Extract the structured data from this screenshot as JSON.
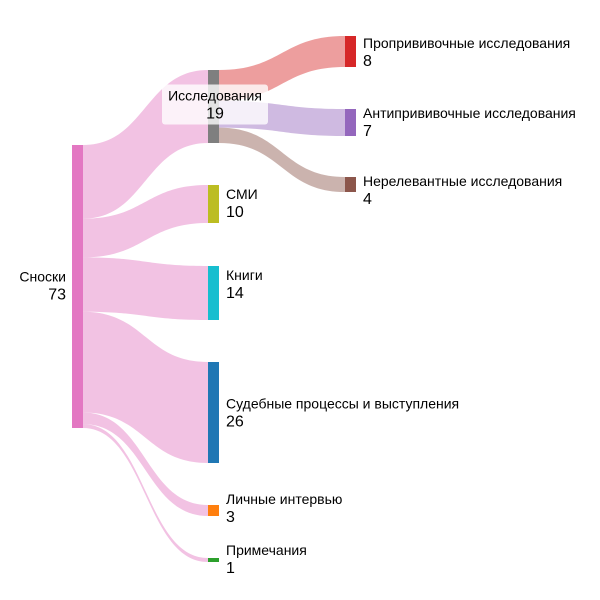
{
  "chart_data": {
    "type": "sankey",
    "nodes": [
      {
        "id": "footnotes",
        "label": "Сноски",
        "value": "73",
        "color": "#e377c2"
      },
      {
        "id": "research",
        "label": "Исследования",
        "value": "19",
        "color": "#7f7f7f"
      },
      {
        "id": "media",
        "label": "СМИ",
        "value": "10",
        "color": "#bcbd22"
      },
      {
        "id": "books",
        "label": "Книги",
        "value": "14",
        "color": "#17becf"
      },
      {
        "id": "court",
        "label": "Судебные процессы и выступления",
        "value": "26",
        "color": "#1f77b4"
      },
      {
        "id": "interviews",
        "label": "Личные интервью",
        "value": "3",
        "color": "#ff7f0e"
      },
      {
        "id": "notes",
        "label": "Примечания",
        "value": "1",
        "color": "#2ca02c"
      },
      {
        "id": "pro",
        "label": "Пропрививочные исследования",
        "value": "8",
        "color": "#d62728"
      },
      {
        "id": "anti",
        "label": "Антипрививочные исследования",
        "value": "7",
        "color": "#9467bd"
      },
      {
        "id": "irrelevant",
        "label": "Нерелевантные исследования",
        "value": "4",
        "color": "#8c564b"
      }
    ],
    "links": [
      {
        "source": "footnotes",
        "target": "research",
        "value": 19
      },
      {
        "source": "footnotes",
        "target": "media",
        "value": 10
      },
      {
        "source": "footnotes",
        "target": "books",
        "value": 14
      },
      {
        "source": "footnotes",
        "target": "court",
        "value": 26
      },
      {
        "source": "footnotes",
        "target": "interviews",
        "value": 3
      },
      {
        "source": "footnotes",
        "target": "notes",
        "value": 1
      },
      {
        "source": "research",
        "target": "pro",
        "value": 8
      },
      {
        "source": "research",
        "target": "anti",
        "value": 7
      },
      {
        "source": "research",
        "target": "irrelevant",
        "value": 4
      }
    ]
  }
}
